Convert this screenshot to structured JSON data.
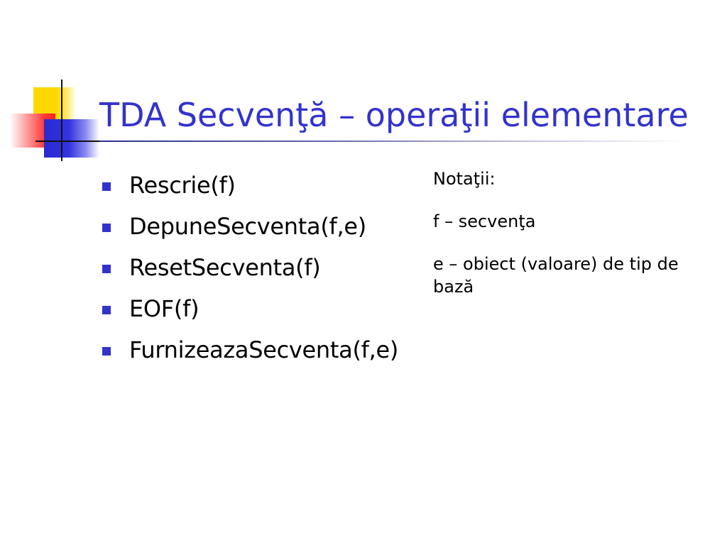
{
  "slide": {
    "title": "TDA Secvenţă – operaţii elementare",
    "bullets": [
      {
        "text": "Rescrie(f)"
      },
      {
        "text": "DepuneSecventa(f,e)"
      },
      {
        "text": "ResetSecventa(f)"
      },
      {
        "text": "EOF(f)"
      },
      {
        "text": "FurnizeazaSecventa(f,e)"
      }
    ],
    "notes": {
      "heading": "Notaţii:",
      "line1": "f – secvenţa",
      "line2": "e – obiect (valoare) de tip de bază"
    }
  },
  "colors": {
    "title": "#3333cc",
    "bullet_marker": "#3333cc",
    "logo_yellow": "#ffd700",
    "logo_red": "#ff2020",
    "logo_blue": "#3333e0"
  },
  "icons": {
    "bullet": "square-bullet-icon",
    "logo": "corner-squares-logo"
  }
}
